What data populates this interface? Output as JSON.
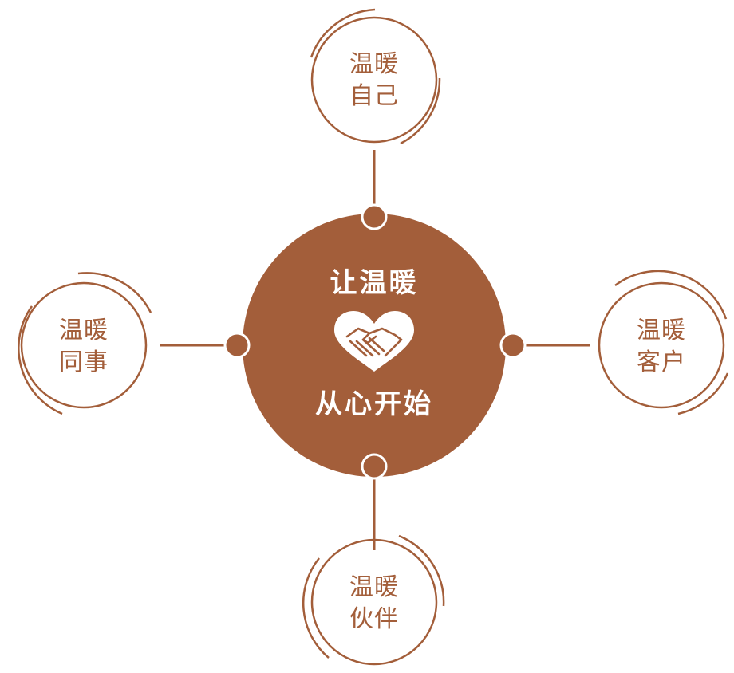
{
  "colors": {
    "primary": "#a35e3a",
    "on_primary": "#ffffff",
    "background": "#ffffff"
  },
  "center": {
    "title_top": "让温暖",
    "title_bottom": "从心开始",
    "icon": "heart-handshake-icon"
  },
  "nodes": {
    "top": {
      "line1": "温暖",
      "line2": "自己"
    },
    "left": {
      "line1": "温暖",
      "line2": "同事"
    },
    "right": {
      "line1": "温暖",
      "line2": "客户"
    },
    "bottom": {
      "line1": "温暖",
      "line2": "伙伴"
    }
  }
}
